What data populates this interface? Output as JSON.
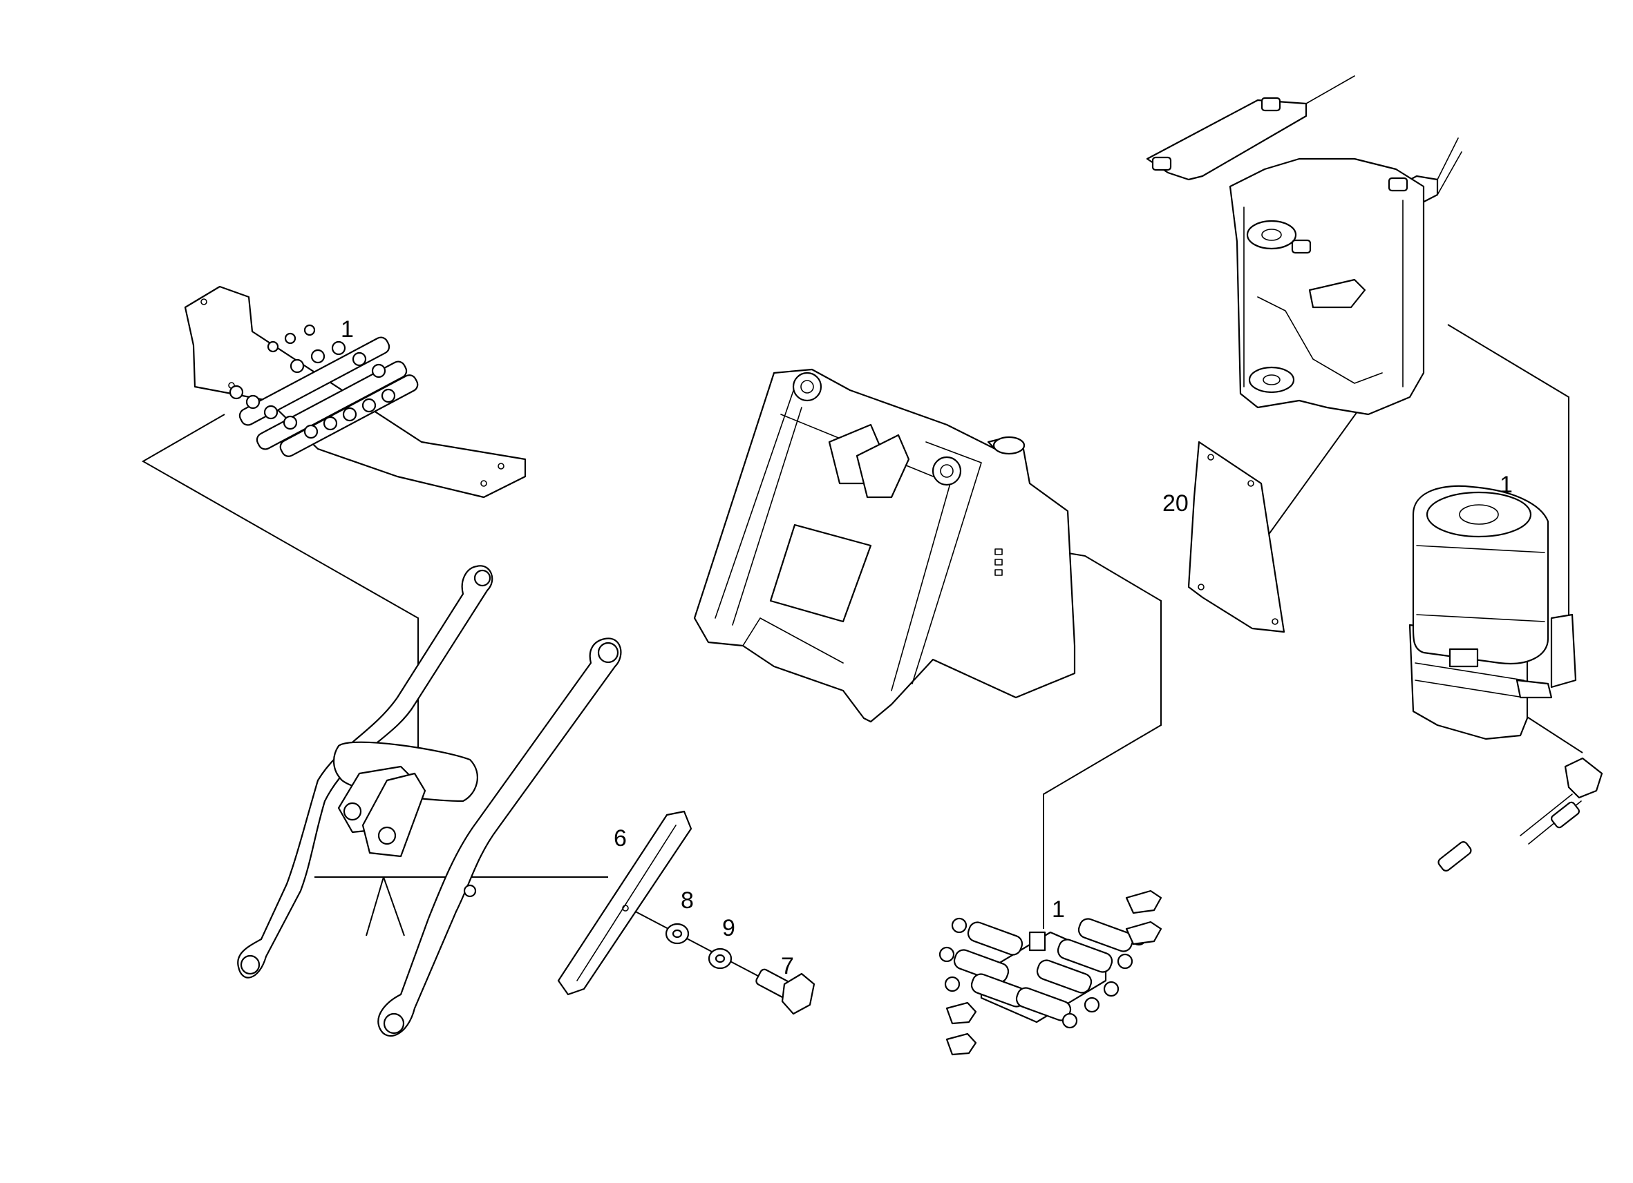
{
  "diagram": {
    "callouts": {
      "c1_plate": "1",
      "c1_tank": "1",
      "c1_block": "1",
      "c20": "20",
      "c6": "6",
      "c8": "8",
      "c9": "9",
      "c7": "7"
    }
  }
}
